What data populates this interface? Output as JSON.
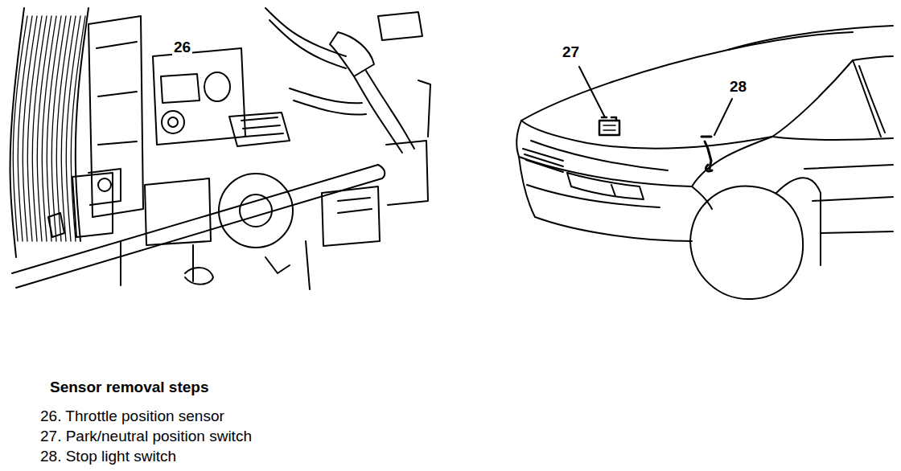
{
  "diagram": {
    "title": "Sensor removal steps",
    "labels": [
      "26",
      "27",
      "28",
      "26. Throttle position sensor",
      "27. Park/neutral position switch",
      "28. Stop light switch"
    ]
  }
}
